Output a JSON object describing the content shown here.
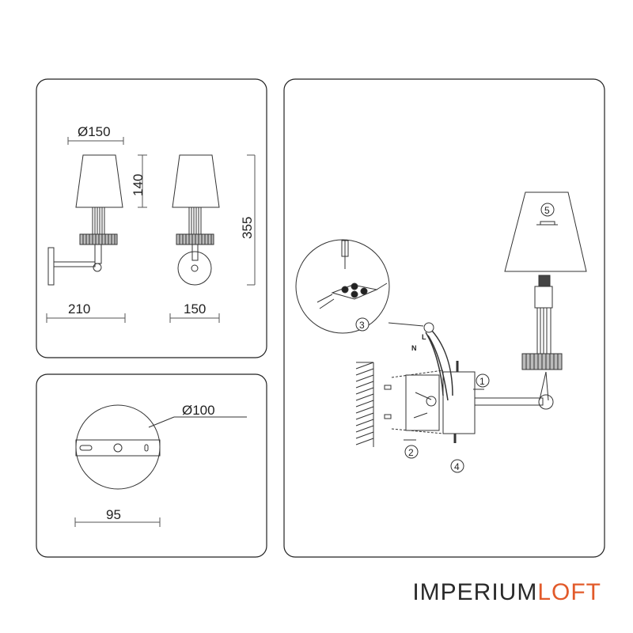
{
  "front_view": {
    "dim_shade_diameter": "Ø150",
    "dim_shade_height": "140",
    "dim_width_side": "210",
    "dim_width_front": "150",
    "dim_total_height": "355"
  },
  "base_view": {
    "dim_base_diameter": "Ø100",
    "dim_mount_width": "95"
  },
  "install_view": {
    "label_L": "L",
    "label_N": "N",
    "steps": [
      "1",
      "2",
      "3",
      "4",
      "5"
    ]
  },
  "brand": {
    "part1": "IMPERIUM",
    "part2": "LOFT",
    "accent_color": "#e25a2a"
  }
}
